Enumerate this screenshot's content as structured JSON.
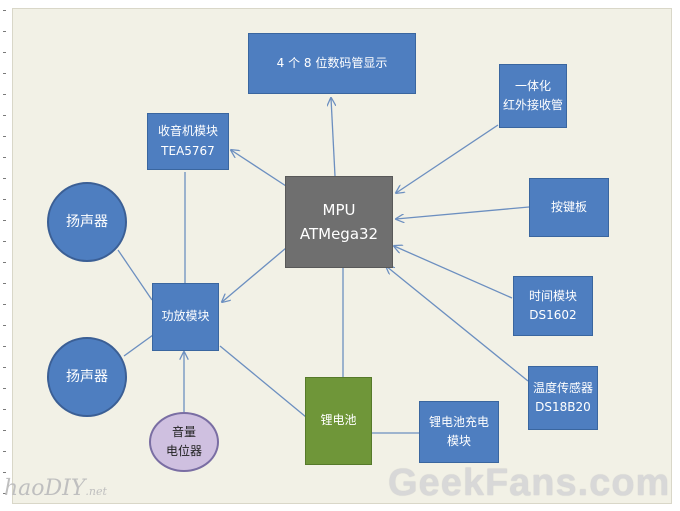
{
  "nodes": {
    "display": [
      "4 个 8 位数码管显示"
    ],
    "radio": [
      "收音机模块",
      "TEA5767"
    ],
    "ir": [
      "一体化",
      "红外接收管"
    ],
    "mpu": [
      "MPU",
      "ATMega32"
    ],
    "keys": [
      "按键板"
    ],
    "speaker_top": [
      "扬声器"
    ],
    "amp": [
      "功放模块"
    ],
    "time": [
      "时间模块",
      "DS1602"
    ],
    "speaker_bottom": [
      "扬声器"
    ],
    "battery": [
      "锂电池"
    ],
    "charger": [
      "锂电池充电",
      "模块"
    ],
    "temp": [
      "温度传感器",
      "DS18B20"
    ],
    "volume": [
      "音量",
      "电位器"
    ]
  },
  "colors": {
    "box_blue": "#4e7ec0",
    "box_gray": "#6f6f6f",
    "box_green": "#6f9639",
    "circle_lavender": "#cfc0e0",
    "line": "#6c8fc0"
  },
  "watermarks": {
    "right": "GeekFans.com",
    "left": "haoDIY",
    "left_suffix": ".net"
  }
}
